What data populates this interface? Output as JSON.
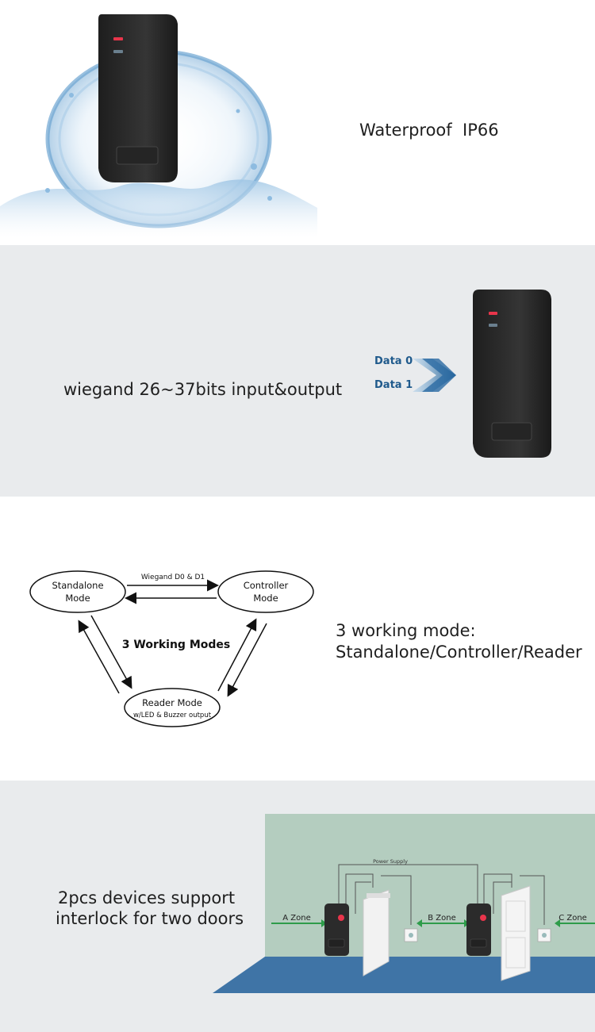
{
  "sections": {
    "waterproof": {
      "caption": "Waterproof  IP66"
    },
    "wiegand": {
      "caption": "wiegand 26~37bits input&output",
      "data0_label": "Data 0",
      "data1_label": "Data 1"
    },
    "modes": {
      "caption_line1": "3 working mode:",
      "caption_line2": "Standalone/Controller/Reader",
      "diagram": {
        "standalone_line1": "Standalone",
        "standalone_line2": "Mode",
        "controller_line1": "Controller",
        "controller_line2": "Mode",
        "reader_line1": "Reader Mode",
        "reader_line2": "w/LED & Buzzer output",
        "wiegand_label": "Wiegand D0 & D1",
        "center_label": "3 Working Modes"
      }
    },
    "interlock": {
      "caption_line1": "2pcs devices support",
      "caption_line2": "interlock for two doors",
      "power_supply_label": "Power Supply",
      "zone_a": "A Zone",
      "zone_b": "B Zone",
      "zone_c": "C Zone"
    }
  },
  "colors": {
    "section_alt_bg": "#e9ebed",
    "wall": "#b4cdbf",
    "floor": "#3f74a6",
    "arrow_blue": "#1f5a8c",
    "zone_arrow": "#2e9c4a",
    "device_body": "#2b2b2b",
    "led_red": "#e8354b"
  }
}
